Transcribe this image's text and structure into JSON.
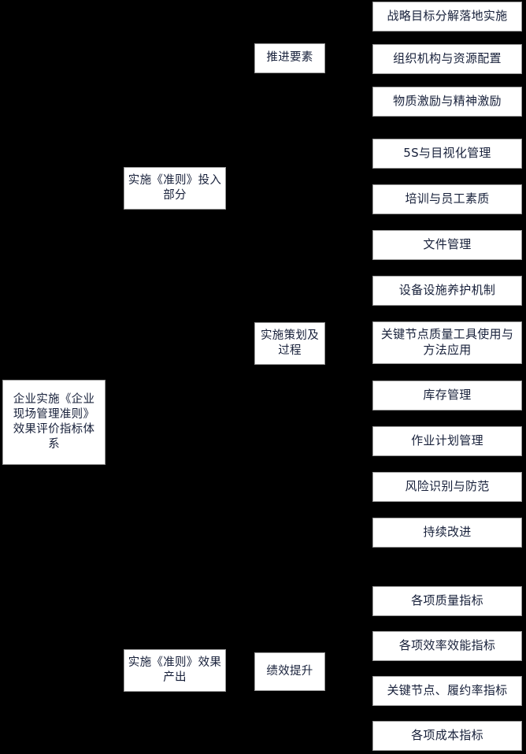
{
  "diagram": {
    "type": "tree",
    "title": "企业实施《企业现场管理准则》效果评价指标体系",
    "background_color": "#000000",
    "node_fill_color": "#ffffff",
    "node_text_color": "#17203a",
    "node_border_color": "#9a9a9a"
  },
  "root": {
    "label": "企业实施《企业现场管理准则》效果评价指标体系"
  },
  "level1": [
    {
      "label": "实施《准则》投入部分"
    },
    {
      "label": "实施《准则》效果产出"
    }
  ],
  "level2": [
    {
      "label": "推进要素"
    },
    {
      "label": "实施策划及过程"
    },
    {
      "label": "绩效提升"
    }
  ],
  "leaves": [
    {
      "label": "战略目标分解落地实施"
    },
    {
      "label": "组织机构与资源配置"
    },
    {
      "label": "物质激励与精神激励"
    },
    {
      "label": "5S与目视化管理"
    },
    {
      "label": "培训与员工素质"
    },
    {
      "label": "文件管理"
    },
    {
      "label": "设备设施养护机制"
    },
    {
      "label": "关键节点质量工具使用与方法应用"
    },
    {
      "label": "库存管理"
    },
    {
      "label": "作业计划管理"
    },
    {
      "label": "风险识别与防范"
    },
    {
      "label": "持续改进"
    },
    {
      "label": "各项质量指标"
    },
    {
      "label": "各项效率效能指标"
    },
    {
      "label": "关键节点、履约率指标"
    },
    {
      "label": "各项成本指标"
    }
  ]
}
